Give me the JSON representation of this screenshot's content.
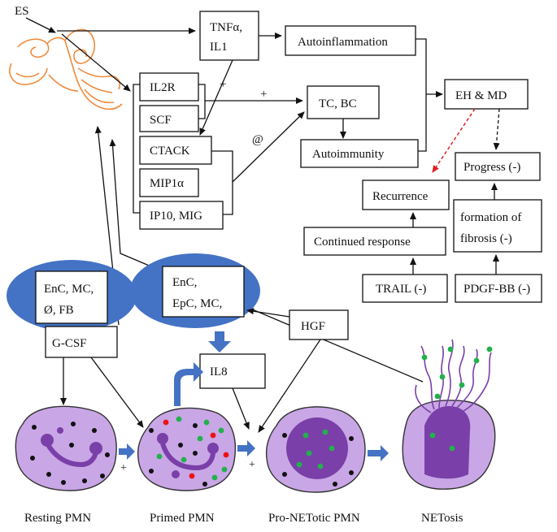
{
  "labels": {
    "es": "ES",
    "tnf": "TNFα,",
    "il1": "IL1",
    "autoinflammation": "Autoinflammation",
    "il2r": "IL2R",
    "scf": "SCF",
    "ctack": "CTACK",
    "mip1a": "MIP1α",
    "ip10": "IP10, MIG",
    "tcbc": "TC, BC",
    "autoimmunity": "Autoimmunity",
    "ehmd": "EH & MD",
    "progress": "Progress (-)",
    "recurrence": "Recurrence",
    "formation1": "formation of",
    "formation2": "fibrosis (-)",
    "continued": "Continued response",
    "trail": "TRAIL (-)",
    "pdgf": "PDGF-BB (-)",
    "plus1": "+",
    "plus2": "+",
    "at": "@",
    "oval1_l1": "EnC, MC,",
    "oval1_l2": "Ø, FB",
    "oval2_l1": "EnC,",
    "oval2_l2": "EpC, MC,",
    "hgf": "HGF",
    "gcsf": "G-CSF",
    "il8": "IL8",
    "plus3": "+",
    "plus4": "+",
    "resting": "Resting PMN",
    "primed": "Primed PMN",
    "pronetotic": "Pro-NETotic PMN",
    "netosis": "NETosis"
  },
  "colors": {
    "ear": "#f08a3c",
    "oval": "#4472c4",
    "cell": "#c9a6e6",
    "nucleus": "#7a3fa8",
    "arrow_blue": "#4472c4",
    "red_dash": "#e02020",
    "dot_green": "#22b14c",
    "dot_red": "#ee1111"
  }
}
